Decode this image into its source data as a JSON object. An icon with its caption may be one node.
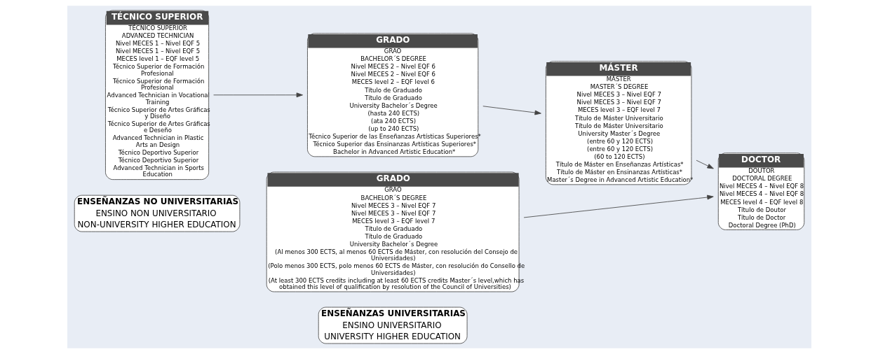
{
  "diagram": {
    "nodes": [
      {
        "text": [
          "ENSEÑANZAS NO UNIVERSITARIAS",
          "ENSINO NON UNIVERSITARIO",
          "NON-UNIVERSITY HIGHER EDUCATION"
        ]
      },
      {
        "text": [
          "ENSEÑANZAS UNIVERSITARIAS",
          "ENSINO UNIVERSITARIO",
          "UNIVERSITY HIGHER EDUCATION"
        ]
      },
      {
        "text": [
          "TÉCNICO SUPERIOR",
          "TÉCNICO SUPERIOR",
          "ADVANCED TECHNICIAN",
          "Nivel MECES 1 – Nivel EQF 5",
          "Nivel MECES 1 – Nivel EQF 5",
          "MECES level 1 – EQF level 5",
          "Técnico Superior de Formación Profesional",
          "Técnico Superior de Formación Profesional",
          "Advanced Technician in Vocational Training",
          "Técnico Superior de Artes Gráficas y Diseño",
          "Técnico Superior de Artes Gráficas e Deseño",
          "Advanced Technician in Plastic Arts an Design",
          "Técnico Deportivo Superior",
          "Técnico Deportivo Superior",
          "Advanced Technician in Sports Education"
        ]
      },
      {
        "text": [
          "GRADO",
          "GRAO",
          "BACHELOR´S DEGREE",
          "Nivel MECES 2 – Nivel EQF 6",
          "Nivel MECES 2 – Nivel EQF 6",
          "MECES level 2 – EQF level 6",
          "Título de Graduado",
          "Título de Graduado",
          "University Bachelor´s Degree",
          "(hasta 240 ECTS)",
          "(ata 240 ECTS)",
          "(up to 240 ECTS)",
          "Técnico Superior de las Enseñanzas Artísticas Superiores*",
          "Técnico Superior das Ensinanzas Artísticas Superiores*",
          "Bachelor in Advanced Artistic Education*"
        ]
      },
      {
        "text": [
          "MÁSTER",
          "MÁSTER",
          "MASTER´S DEGREE",
          "Nivel MECES 3 – Nivel EQF 7",
          "Nivel MECES 3 – Nivel EQF 7",
          "MECES level 3 – EQF level 7",
          "Título de Máster Universitario",
          "Título de Máster Universitario",
          "University Master´s Degree",
          "(entre 60 y 120 ECTS)",
          "(entre 60 y 120 ECTS)",
          "(60 to 120 ECTS)",
          "Título de Máster en Enseñanzas Artísticas*",
          "Título de Máster en Ensinanzas Artísticas*",
          "Master´s Degree in Advanced Artistic Education*"
        ]
      },
      {
        "text": [
          "DOCTOR",
          "DOUTOR",
          "DOCTORAL DEGREE",
          "Nivel MECES 4 – Nivel EQF 8",
          "Nivel MECES 4 – Nivel EQF 8",
          "MECES level 4 – EQF level 8",
          "Título de Doutor",
          "Título de Doctor",
          "Doctoral Degree (PhD)"
        ]
      },
      {
        "text": [
          "GRADO",
          "GRAO",
          "BACHELOR´S DEGREE",
          "Nivel MECES 3 – Nivel EQF 7",
          "Nivel MECES 3 – Nivel EQF 7",
          "MECES level 3 – EQF level 7",
          "Título de Graduado",
          "Título de Graduado",
          "University Bachelor´s Degree",
          "(Al menos 300 ECTS, al menos 60 ECTS de Máster, con resolución del Consejo de Universidades)",
          "(Polo menos 300 ECTS, polo menos 60 ECTS de Máster, con resolución do Consello de Universidades)",
          "(At least 300 ECTS credits including at least 60 ECTS credits Master´s level,which has obtained this level of qualification by resolution of the Council of Universities)"
        ]
      }
    ],
    "edges": [
      {
        "from": 2,
        "to": 3,
        "arrow": "to"
      },
      {
        "from": 3,
        "to": 4,
        "arrow": "to"
      },
      {
        "from": 4,
        "to": 5,
        "arrow": "to"
      },
      {
        "from": 6,
        "to": 5,
        "arrow": "to"
      }
    ]
  }
}
